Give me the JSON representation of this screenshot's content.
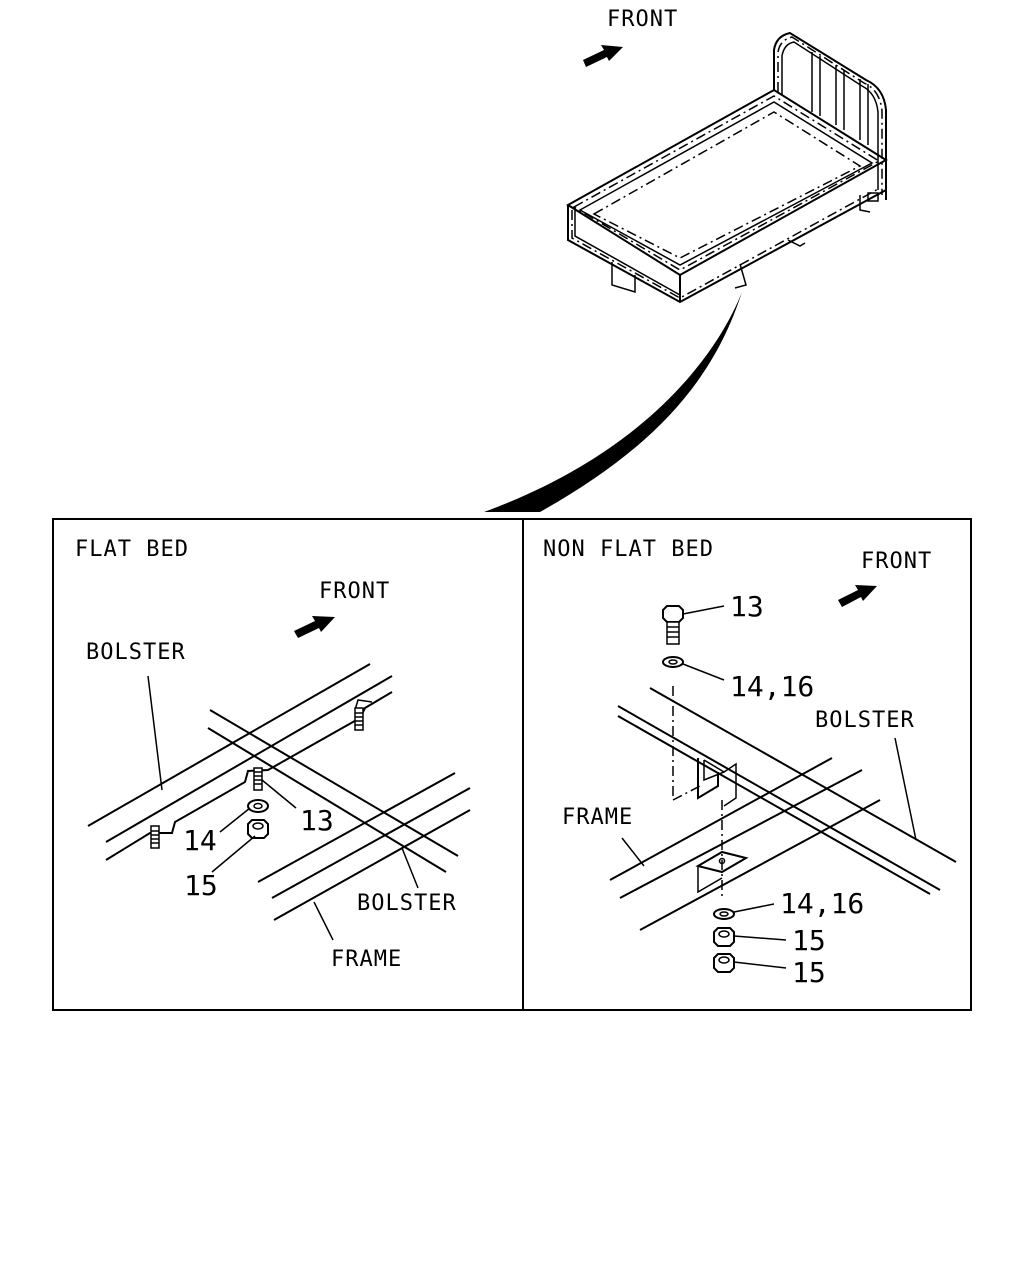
{
  "top_view": {
    "front_label": "FRONT",
    "front_arrow_icon": "arrow-right-icon"
  },
  "flat_bed": {
    "title": "FLAT BED",
    "front_label": "FRONT",
    "bolster_label_upper": "BOLSTER",
    "bolster_label_lower": "BOLSTER",
    "frame_label": "FRAME",
    "callouts": [
      "13",
      "14",
      "15"
    ]
  },
  "non_flat_bed": {
    "title": "NON FLAT BED",
    "front_label": "FRONT",
    "bolster_label": "BOLSTER",
    "frame_label": "FRAME",
    "callouts": [
      "13",
      "14,16",
      "14,16",
      "15",
      "15"
    ]
  }
}
